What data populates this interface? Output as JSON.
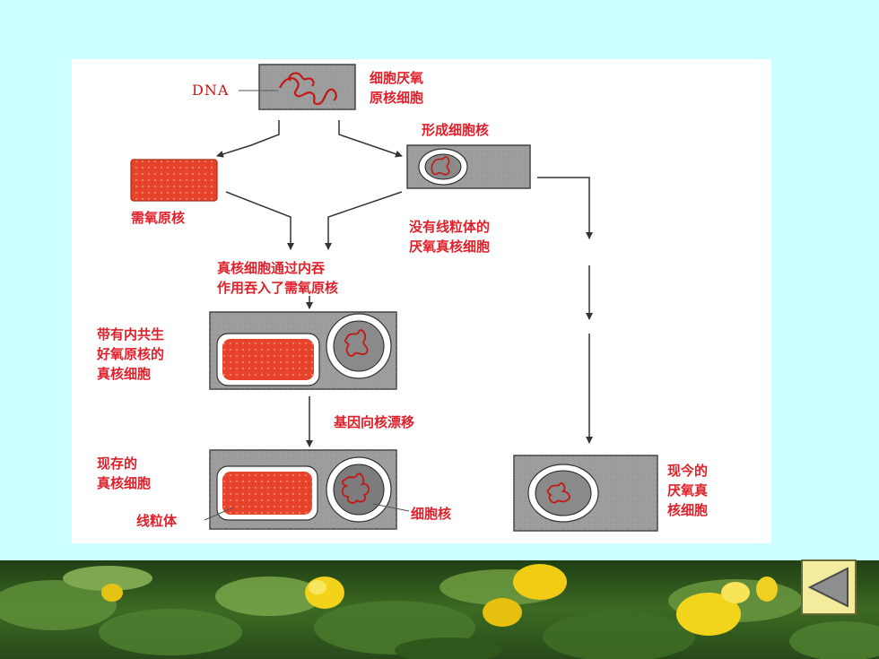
{
  "diagram": {
    "labels": {
      "dna": "DNA",
      "anaerobic_prokaryote": [
        "细胞厌氧",
        "原核细胞"
      ],
      "nucleus_formation": "形成细胞核",
      "aerobic_prokaryote": "需氧原核",
      "anaerobic_eukaryote_no_mito": [
        "没有线粒体的",
        "厌氧真核细胞"
      ],
      "endocytosis": [
        "真核细胞通过内吞",
        "作用吞入了需氧原核"
      ],
      "eukaryote_with_symbiont": [
        "带有内共生",
        "好氧原核的",
        "真核细胞"
      ],
      "gene_drift": "基因向核漂移",
      "existing_eukaryote": [
        "现存的",
        "真核细胞"
      ],
      "mitochondrion": "线粒体",
      "nucleus": "细胞核",
      "modern_anaerobic_eukaryote": [
        "现今的",
        "厌氧真",
        "核细胞"
      ]
    }
  },
  "colors": {
    "background": "#ccffff",
    "label_red": "#e0202a",
    "cell_gray": "#9a9a9a",
    "aerobe_red": "#e8442c"
  },
  "navigation": {
    "back_icon": "triangle-left-icon"
  }
}
